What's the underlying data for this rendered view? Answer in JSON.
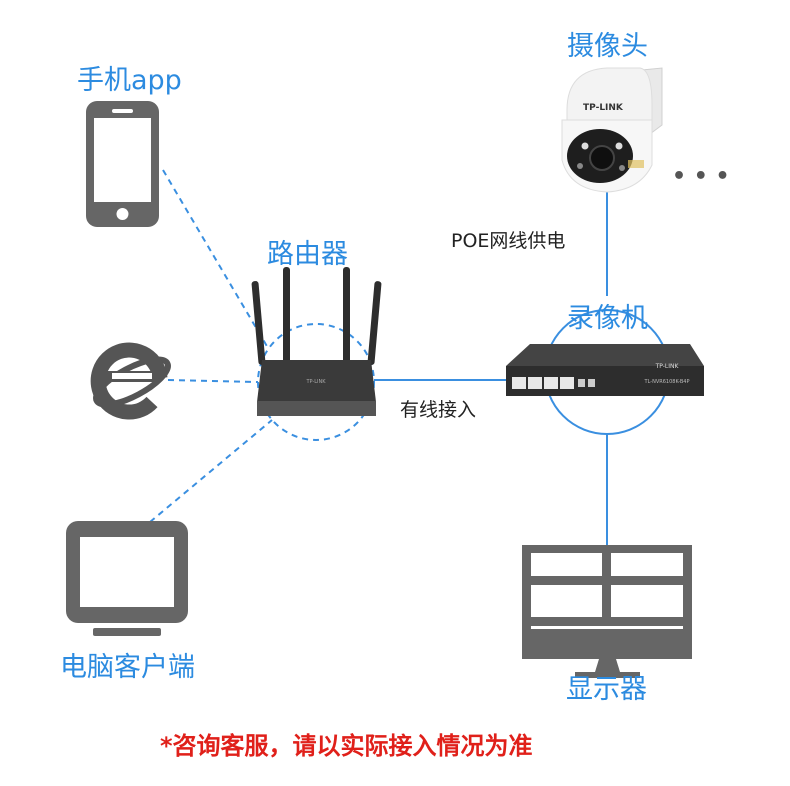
{
  "labels": {
    "phone_app": "手机app",
    "camera": "摄像头",
    "router": "路由器",
    "nvr": "录像机",
    "pc_client": "电脑客户端",
    "monitor": "显示器",
    "poe": "POE网线供电",
    "wired": "有线接入",
    "more": "• • •"
  },
  "device_text": {
    "camera_brand": "TP-LINK",
    "router_brand": "TP-LINK",
    "nvr_brand": "TP-LINK",
    "nvr_model": "TL-NVR6108K-B4P"
  },
  "note": "*咨询客服，请以实际接入情况为准",
  "colors": {
    "label_blue": "#2c8be0",
    "line_blue": "#3a8fe0",
    "note_red": "#e0201a",
    "device_gray": "#666666"
  }
}
